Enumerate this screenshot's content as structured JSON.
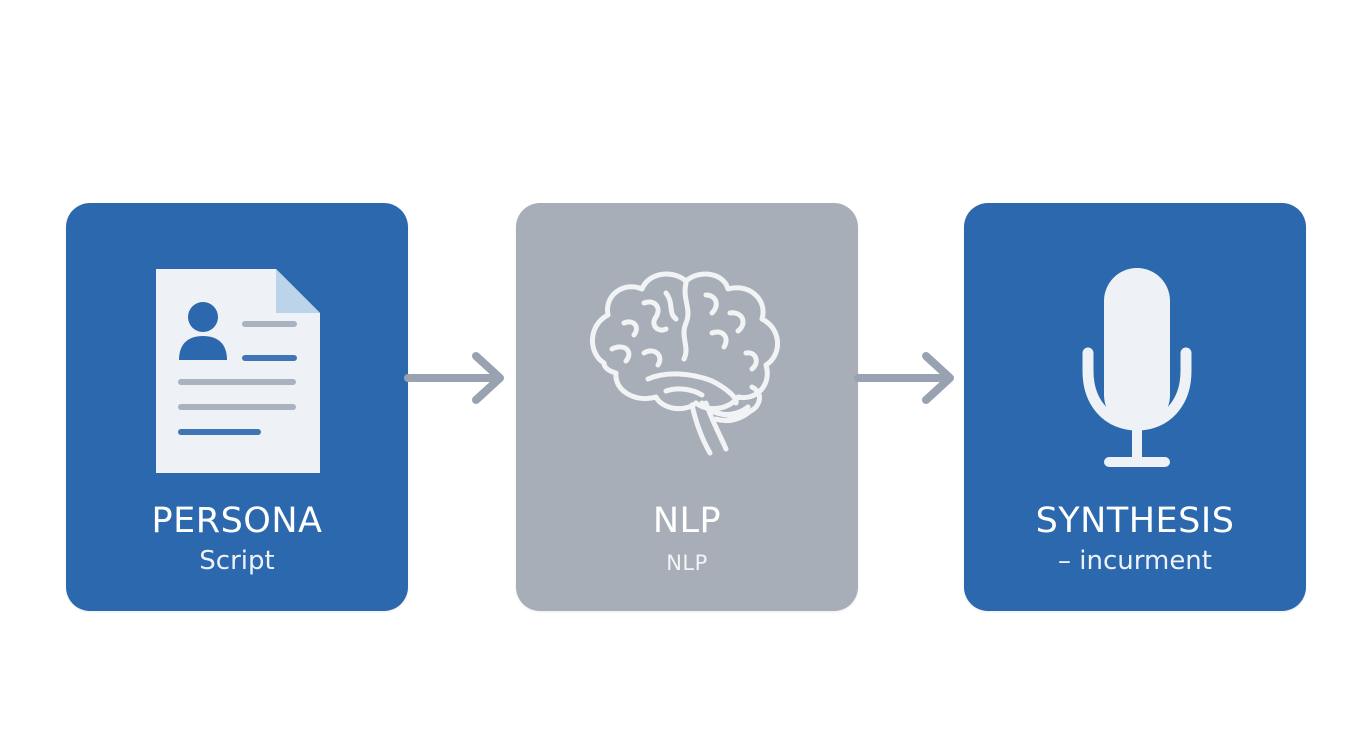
{
  "steps": [
    {
      "title": "PERSONA",
      "subtitle": "Script",
      "icon": "document-profile-icon"
    },
    {
      "title": "NLP",
      "subtitle": "NLP",
      "icon": "brain-icon"
    },
    {
      "title": "SYNTHESIS",
      "subtitle": "– incurment",
      "icon": "microphone-icon"
    }
  ],
  "connectors": [
    {
      "icon": "arrow-right-icon"
    },
    {
      "icon": "arrow-right-icon"
    }
  ],
  "colors": {
    "primary_blue": "#2c68ae",
    "neutral_grey": "#a8aeb7",
    "arrow_grey": "#98a2b1",
    "icon_light": "#eef1f6"
  }
}
